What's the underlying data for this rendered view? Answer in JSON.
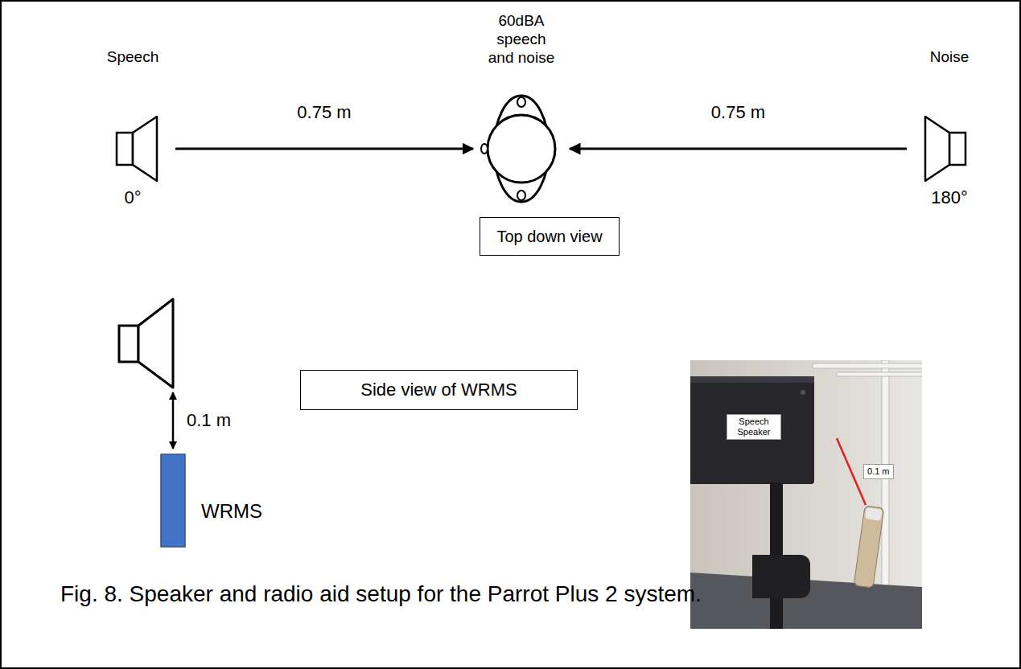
{
  "diagram": {
    "caption": "Fig. 8. Speaker and radio aid setup for the Parrot Plus 2 system.",
    "nodes": [
      {
        "text": [
          "Speech",
          "0°"
        ]
      },
      {
        "text": [
          "60dBA speech and noise"
        ]
      },
      {
        "text": [
          "Noise",
          "180°"
        ]
      },
      {
        "text": [
          "Top down view"
        ]
      },
      {
        "text": [
          "Side view of WRMS"
        ]
      },
      {
        "text": [
          "Speech Speaker"
        ]
      },
      {
        "text": [
          "0.1 m"
        ]
      }
    ],
    "edges": [
      {
        "from": 0,
        "to": 1,
        "arrow": "to",
        "label": "0.75 m"
      },
      {
        "from": 2,
        "to": 1,
        "arrow": "to",
        "label": "0.75 m"
      }
    ],
    "labels": [
      "0.1 m",
      "WRMS"
    ]
  }
}
